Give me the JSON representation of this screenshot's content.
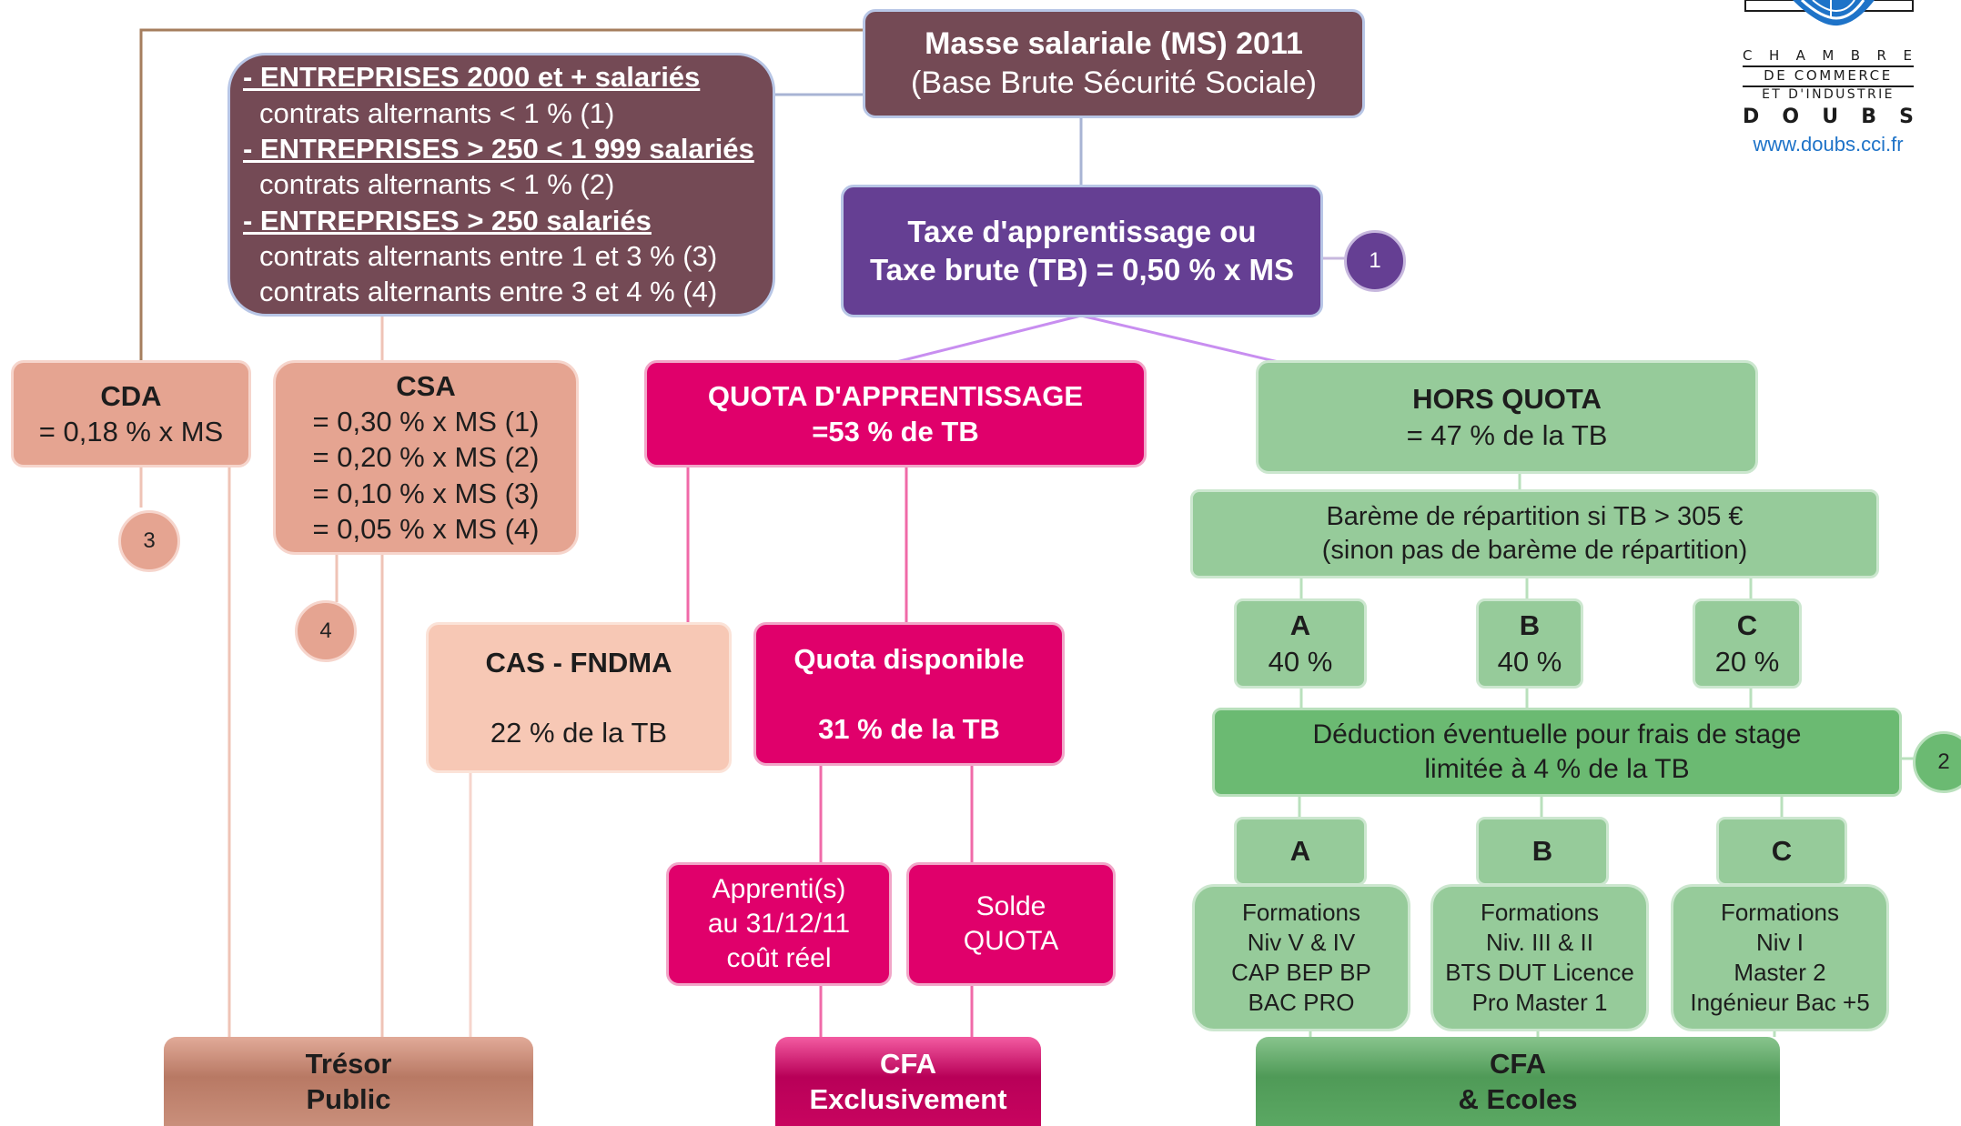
{
  "colors": {
    "maroon": "#744a55",
    "purple": "#653f93",
    "salmon": "#e5a491",
    "peach": "#f7c8b5",
    "magenta": "#e0006b",
    "light_green": "#96cb9a",
    "medium_green": "#6bba72",
    "logo_blue": "#1e73c8"
  },
  "masse": {
    "title": "Masse salariale (MS) 2011",
    "subtitle": "(Base Brute Sécurité Sociale)"
  },
  "entreprises": {
    "h1": "- ENTREPRISES 2000 et + salariés",
    "l1": "contrats alternants < 1 % (1)",
    "h2": "- ENTREPRISES > 250 < 1 999 salariés",
    "l2": "contrats alternants < 1 % (2)",
    "h3": "- ENTREPRISES > 250 salariés",
    "l3": "contrats alternants entre 1 et 3 % (3)",
    "l4": "contrats alternants entre 3 et 4 % (4)"
  },
  "taxe": {
    "line1": "Taxe d'apprentissage ou",
    "line2": "Taxe brute (TB) = 0,50 % x MS"
  },
  "circles": {
    "c1": "1",
    "c2": "2",
    "c3": "3",
    "c4": "4"
  },
  "cda": {
    "title": "CDA",
    "value": "= 0,18 % x MS"
  },
  "csa": {
    "title": "CSA",
    "v1": "= 0,30 % x MS (1)",
    "v2": "= 0,20 % x MS (2)",
    "v3": "= 0,10 % x MS (3)",
    "v4": "= 0,05 % x MS (4)"
  },
  "quota": {
    "title": "QUOTA D'APPRENTISSAGE",
    "value": "=53 % de TB"
  },
  "hors_quota": {
    "title": "HORS QUOTA",
    "value": "= 47 % de la TB"
  },
  "bareme": {
    "line1": "Barème de répartition si TB > 305 €",
    "line2": "(sinon pas de barème de répartition)"
  },
  "categories_top": [
    {
      "letter": "A",
      "pct": "40 %"
    },
    {
      "letter": "B",
      "pct": "40 %"
    },
    {
      "letter": "C",
      "pct": "20 %"
    }
  ],
  "cas": {
    "title": "CAS - FNDMA",
    "value": "22 % de la TB"
  },
  "quota_dispo": {
    "title": "Quota disponible",
    "value": "31 % de la TB"
  },
  "deduction": {
    "line1": "Déduction éventuelle pour frais de stage",
    "line2": "limitée à 4 % de la TB"
  },
  "categories_bottom": [
    "A",
    "B",
    "C"
  ],
  "formations": [
    [
      "Formations",
      "Niv V & IV",
      "CAP BEP BP",
      "BAC PRO"
    ],
    [
      "Formations",
      "Niv. III & II",
      "BTS DUT Licence",
      "Pro Master 1"
    ],
    [
      "Formations",
      "Niv I",
      "Master 2",
      "Ingénieur Bac +5"
    ]
  ],
  "apprentis": {
    "l1": "Apprenti(s)",
    "l2": "au 31/12/11",
    "l3": "coût réel"
  },
  "solde": {
    "l1": "Solde",
    "l2": "QUOTA"
  },
  "footers": {
    "tresor": {
      "l1": "Trésor",
      "l2": "Public"
    },
    "cfa": {
      "l1": "CFA",
      "l2": "Exclusivement"
    },
    "ecoles": {
      "l1": "CFA",
      "l2": "& Ecoles"
    }
  },
  "logo": {
    "row1": [
      "C",
      "H",
      "A",
      "M",
      "B",
      "R",
      "E"
    ],
    "row2": "DE COMMERCE",
    "row3": "ET D'INDUSTRIE",
    "row4": [
      "D",
      "O",
      "U",
      "B",
      "S"
    ],
    "url": "www.doubs.cci.fr"
  }
}
